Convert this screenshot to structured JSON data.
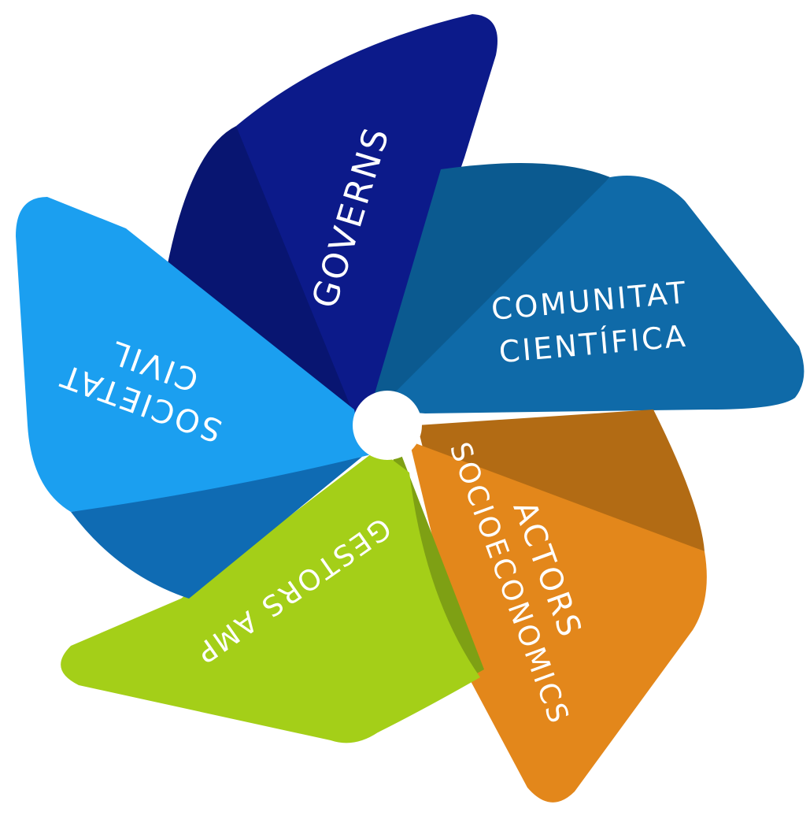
{
  "diagram": {
    "type": "pinwheel",
    "center_color": "#ffffff",
    "blades": [
      {
        "id": "governs",
        "lines": [
          "GOVERNS"
        ],
        "color_main": "#0c1a8a",
        "color_shade": "#081571"
      },
      {
        "id": "comunitat-cientifica",
        "lines": [
          "COMUNITAT",
          "CIENTÍFICA"
        ],
        "color_main": "#0f6aa8",
        "color_shade": "#0b5a90"
      },
      {
        "id": "actors-socioeconomics",
        "lines": [
          "ACTORS",
          "SOCIOECONOMICS"
        ],
        "color_main": "#e3871b",
        "color_shade": "#b26b14"
      },
      {
        "id": "gestors-amp",
        "lines": [
          "GESTORS AMP"
        ],
        "color_main": "#a4cf18",
        "color_shade": "#7ea014"
      },
      {
        "id": "societat-civil",
        "lines": [
          "SOCIETAT",
          "CIVIL"
        ],
        "color_main": "#1b9ff0",
        "color_shade": "#0f6bb3"
      }
    ]
  }
}
